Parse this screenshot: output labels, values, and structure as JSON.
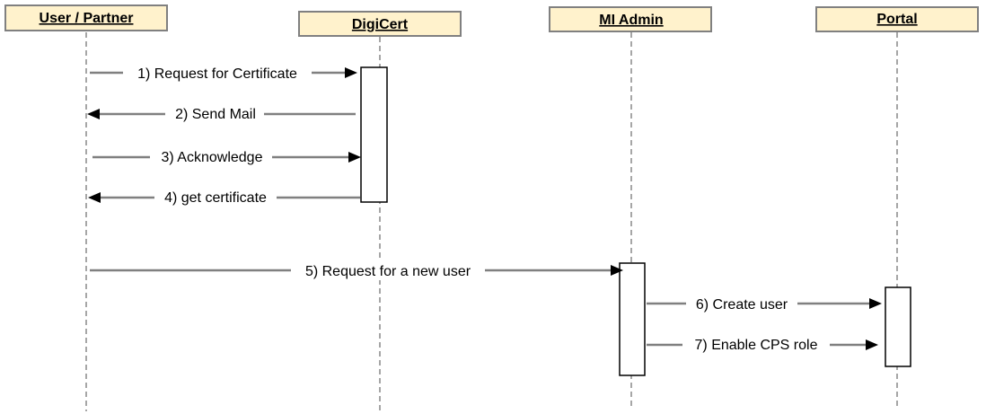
{
  "actors": [
    {
      "id": "user",
      "label": "User / Partner"
    },
    {
      "id": "digicert",
      "label": "DigiCert"
    },
    {
      "id": "mi_admin",
      "label": "MI Admin"
    },
    {
      "id": "portal",
      "label": "Portal"
    }
  ],
  "messages": [
    {
      "from": "user",
      "to": "digicert",
      "label": "1) Request for Certificate"
    },
    {
      "from": "digicert",
      "to": "user",
      "label": "2) Send Mail"
    },
    {
      "from": "user",
      "to": "digicert",
      "label": "3) Acknowledge"
    },
    {
      "from": "digicert",
      "to": "user",
      "label": "4) get certificate"
    },
    {
      "from": "user",
      "to": "mi_admin",
      "label": "5) Request for a new user"
    },
    {
      "from": "mi_admin",
      "to": "portal",
      "label": "6) Create user"
    },
    {
      "from": "mi_admin",
      "to": "portal",
      "label": "7) Enable CPS role"
    }
  ],
  "colors": {
    "actor_fill": "#fff2cc",
    "actor_border": "#808080",
    "lifeline": "#a6a6a6",
    "message_line": "#808080"
  }
}
